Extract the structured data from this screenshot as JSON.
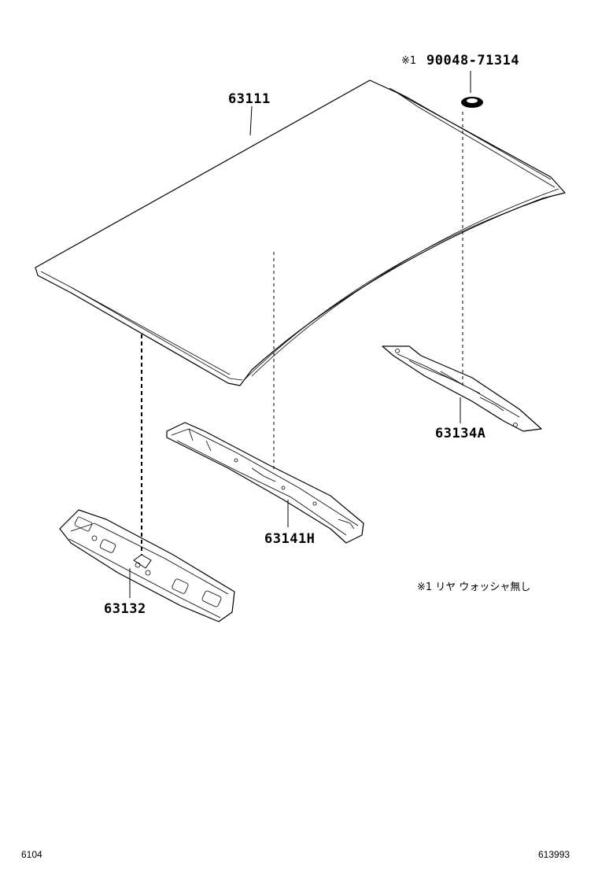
{
  "parts": {
    "roof_panel": "63111",
    "grommet": "90048-71314",
    "grommet_prefix": "※1",
    "rear_header": "63134A",
    "center_bow": "63141H",
    "front_header": "63132"
  },
  "note": "※1 リヤ ウォッシャ無し",
  "footer": {
    "left_code": "6104",
    "right_code": "613993"
  }
}
